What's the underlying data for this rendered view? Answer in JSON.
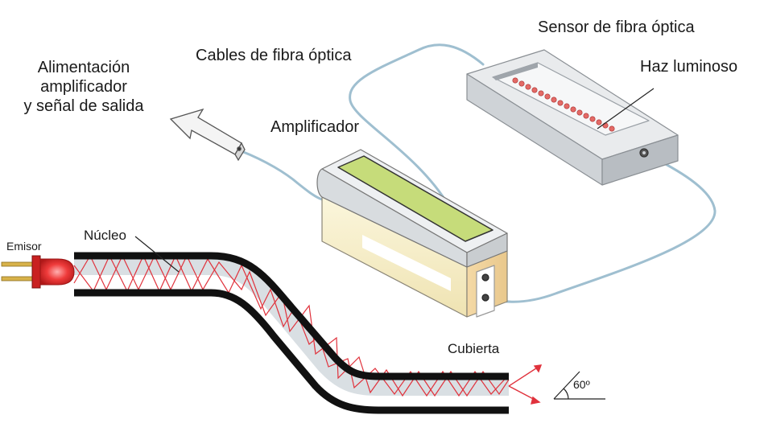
{
  "labels": {
    "alimentacion": "Alimentación\namplificador\ny señal de salida",
    "cables": "Cables de fibra óptica",
    "sensor": "Sensor de fibra óptica",
    "haz": "Haz luminoso",
    "amplificador": "Amplificador",
    "emisor": "Emisor",
    "nucleo": "Núcleo",
    "cubierta": "Cubierta",
    "angulo": "60º"
  },
  "colors": {
    "fiber_cable": "#9fbfd0",
    "light_ray": "#e0323c",
    "core_fill": "#d9dfe3",
    "cladding": "#111111",
    "amplifier_body": "#f6efc8",
    "amplifier_display": "#c6dc7a",
    "sensor_body": "#e9ebed"
  }
}
